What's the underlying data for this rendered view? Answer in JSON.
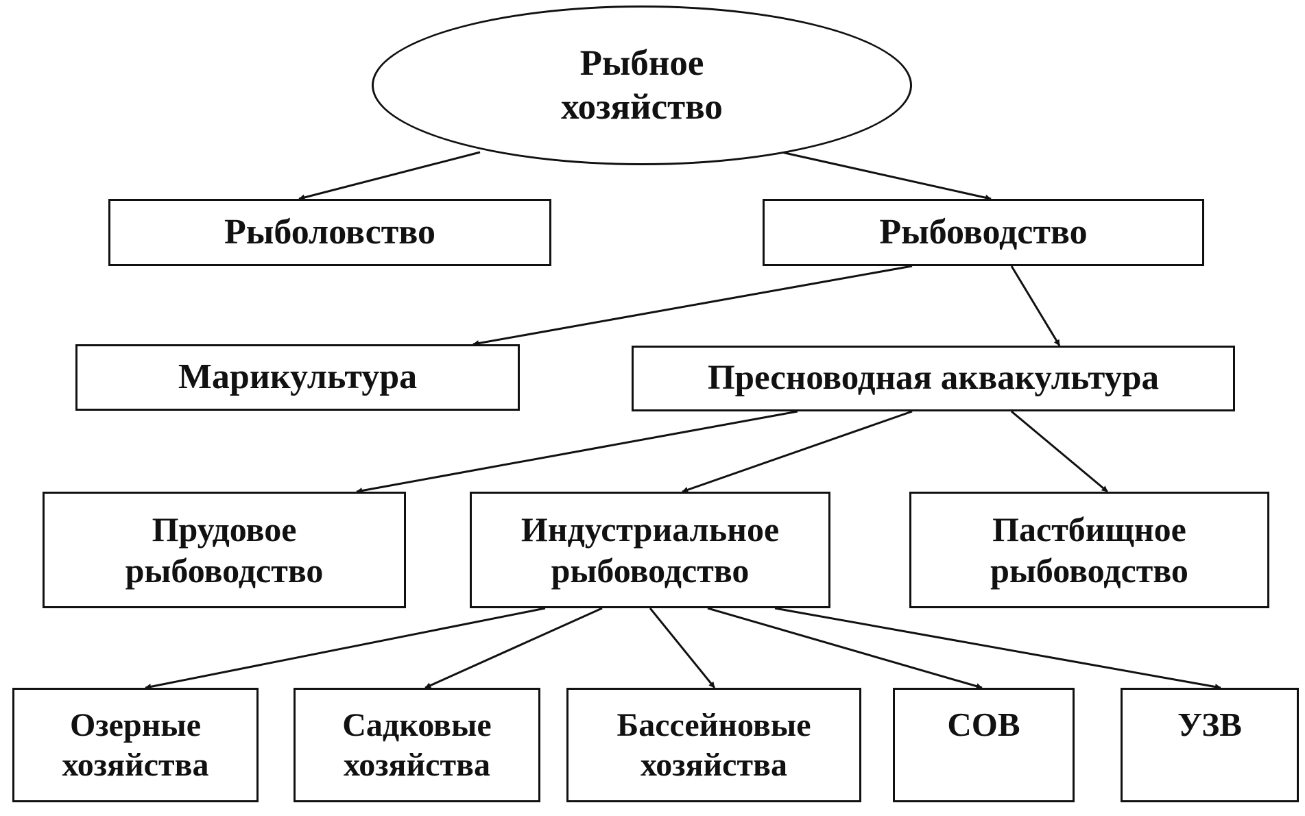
{
  "diagram": {
    "root": {
      "label": "Рыбное\nхозяйство"
    },
    "rybolovstvo": {
      "label": "Рыболовство"
    },
    "rybovodstvo": {
      "label": "Рыбоводство"
    },
    "marikultura": {
      "label": "Марикультура"
    },
    "presnovodnaya": {
      "label": "Пресноводная аквакультура"
    },
    "prudovoe": {
      "label": "Прудовое\nрыбоводство"
    },
    "industrialnoe": {
      "label": "Индустриальное\nрыбоводство"
    },
    "pastbishchnoe": {
      "label": "Пастбищное\nрыбоводство"
    },
    "ozernye": {
      "label": "Озерные\nхозяйства"
    },
    "sadkovye": {
      "label": "Садковые\nхозяйства"
    },
    "basseynovye": {
      "label": "Бассейновые\nхозяйства"
    },
    "sov": {
      "label": "СОВ"
    },
    "uzv": {
      "label": "УЗВ"
    },
    "edges": [
      [
        "root",
        "rybolovstvo"
      ],
      [
        "root",
        "rybovodstvo"
      ],
      [
        "rybovodstvo",
        "marikultura"
      ],
      [
        "rybovodstvo",
        "presnovodnaya"
      ],
      [
        "presnovodnaya",
        "prudovoe"
      ],
      [
        "presnovodnaya",
        "industrialnoe"
      ],
      [
        "presnovodnaya",
        "pastbishchnoe"
      ],
      [
        "industrialnoe",
        "ozernye"
      ],
      [
        "industrialnoe",
        "sadkovye"
      ],
      [
        "industrialnoe",
        "basseynovye"
      ],
      [
        "industrialnoe",
        "sov"
      ],
      [
        "industrialnoe",
        "uzv"
      ]
    ]
  },
  "colors": {
    "ink": "#111111",
    "background": "#ffffff"
  }
}
